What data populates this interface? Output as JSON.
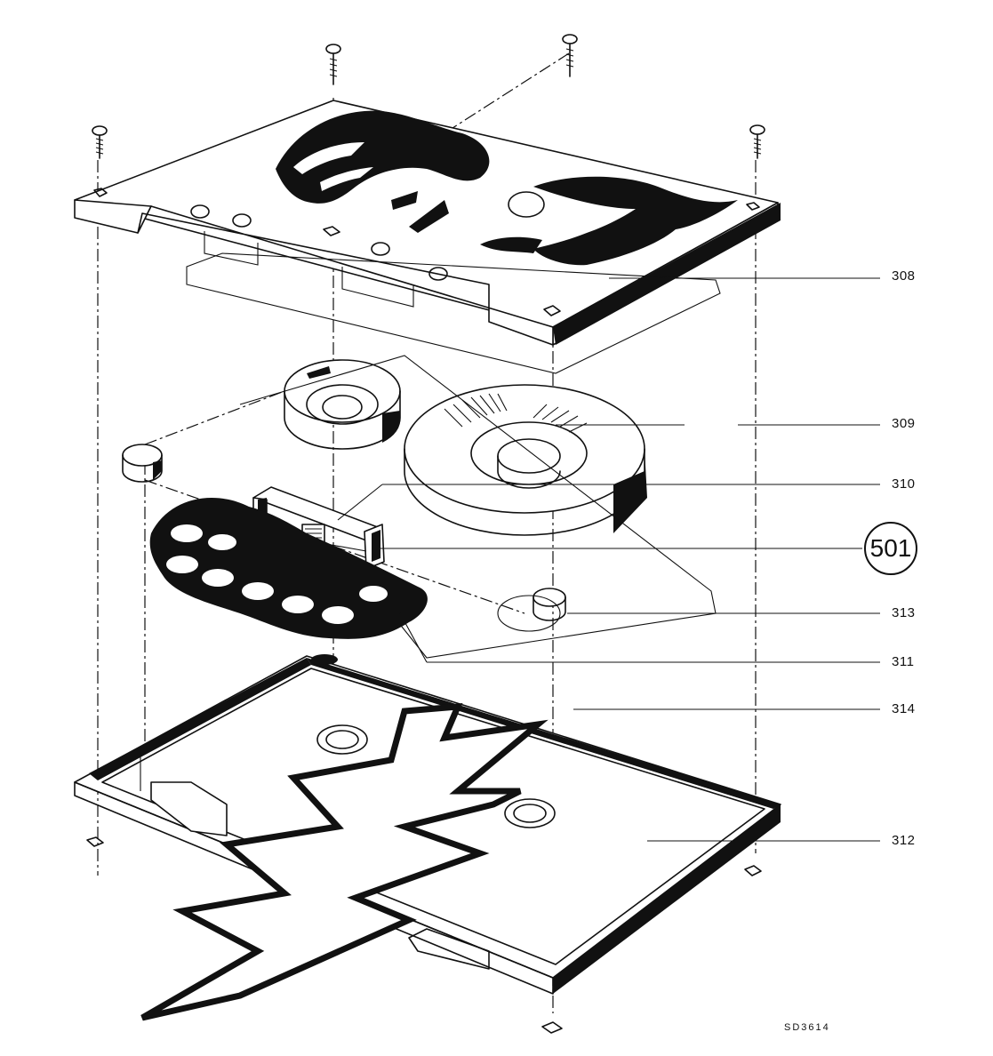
{
  "labels": {
    "l308": "308",
    "l309": "309",
    "l310": "310",
    "l501": "501",
    "l313": "313",
    "l311": "311",
    "l314": "314",
    "l312": "312"
  },
  "drawing_code": "SD3614",
  "colors": {
    "ink": "#111111",
    "paper": "#ffffff"
  }
}
